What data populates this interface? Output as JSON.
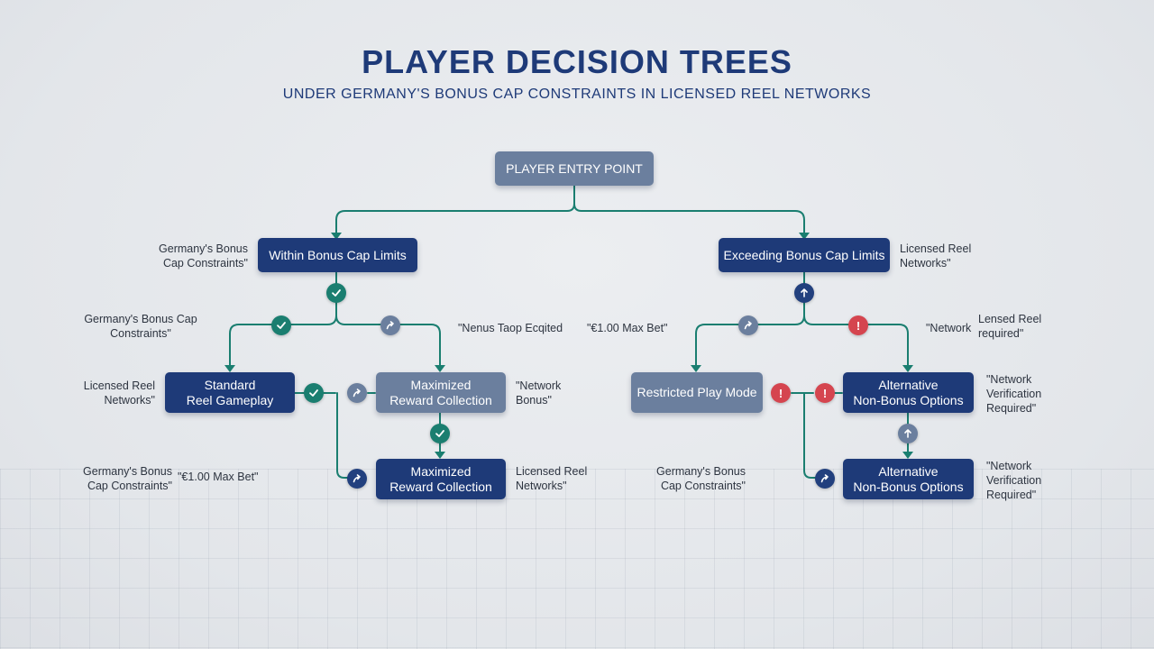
{
  "header": {
    "title": "PLAYER DECISION TREES",
    "subtitle": "UNDER GERMANY'S BONUS CAP CONSTRAINTS IN LICENSED REEL NETWORKS"
  },
  "nodes": {
    "entry": "PLAYER ENTRY POINT",
    "within": "Within Bonus Cap Limits",
    "exceeding": "Exceeding Bonus Cap Limits",
    "standard": "Standard\nReel Gameplay",
    "maximized_1": "Maximized\nReward Collection",
    "maximized_2": "Maximized\nReward Collection",
    "restricted": "Restricted Play Mode",
    "alternative_1": "Alternative\nNon-Bonus Options",
    "alternative_2": "Alternative\nNon-Bonus Options"
  },
  "labels": {
    "l1": "Germany's Bonus\nCap Constraints\"",
    "l2": "Licensed Reel\nNetworks\"",
    "l3": "Germany's Bonus Cap\nConstraints\"",
    "l4": "\"Nenus Taop Ecqited",
    "l5": "\"€1.00 Max Bet\"",
    "l6": "\"Network",
    "l7": "Lensed Reel\nrequired\"",
    "l8": "Licensed Reel\nNetworks\"",
    "l9": "\"Network\nBonus\"",
    "l10": "\"Network\nVerification\nRequired\"",
    "l11": "Germany's Bonus\nCap Constraints\"",
    "l12": "\"€1.00 Max Bet\"",
    "l13": "Licensed Reel\nNetworks\"",
    "l14": "Germany's Bonus\nCap Constraints\"",
    "l15": "\"Network\nVerification\nRequired\""
  },
  "colors": {
    "connector": "#1a7e70",
    "node_dark": "#1e3a78",
    "node_grey": "#6b7f9e",
    "badge_check": "#1a7e70",
    "badge_alert": "#d5454f"
  },
  "icons": {
    "check": "check-icon",
    "arrow": "arrow-up-right-icon",
    "alert": "exclamation-icon",
    "up": "arrow-up-icon"
  }
}
